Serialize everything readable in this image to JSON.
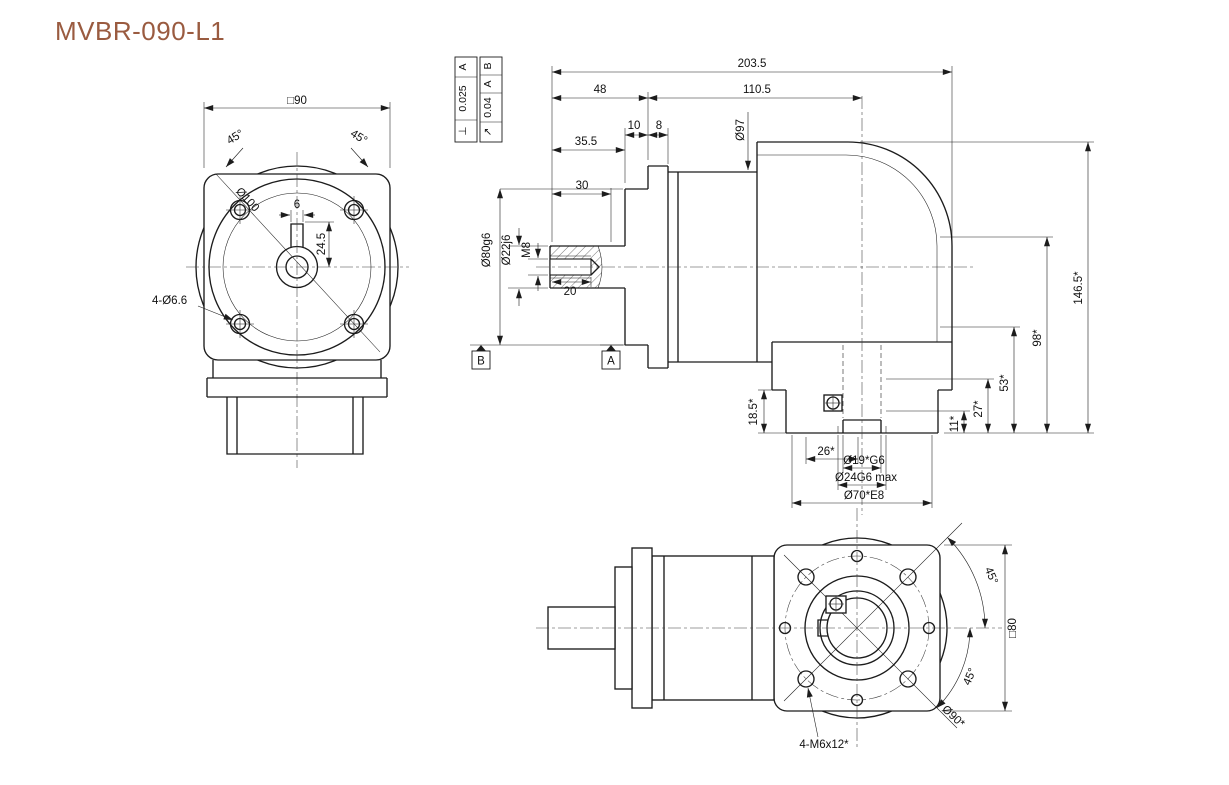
{
  "title": "MVBR-090-L1",
  "colors": {
    "accent": "#9a5b40",
    "line": "#1c1c1c"
  },
  "front_view": {
    "square": "□90",
    "chamfer_left": "45°",
    "chamfer_right": "45°",
    "blank_dia": "Ø100",
    "key_width": "6",
    "key_depth": "24.5",
    "holes": "4-Ø6.6"
  },
  "side_view": {
    "total_length": "203.5",
    "input_length": "48",
    "body_length": "110.5",
    "dim_10": "10",
    "dim_8": "8",
    "dim_35_5": "35.5",
    "dim_30": "30",
    "dim_20": "20",
    "body_dia": "Ø97",
    "pilot_dia": "Ø80g6",
    "shaft_dia": "Ø22j6",
    "tap": "M8",
    "dim_146_5": "146.5*",
    "dim_98": "98*",
    "dim_53": "53*",
    "dim_27": "27*",
    "dim_11": "11*",
    "dim_18_5": "18.5*",
    "dim_26": "26*",
    "bore_19": "Ø19*G6",
    "bore_24": "Ø24G6 max",
    "spigot_70": "Ø70*E8",
    "datum_a": "A",
    "datum_b": "B",
    "fcf_perp": {
      "symbol": "⊥",
      "tolerance": "0.025",
      "datum_1": "A"
    },
    "fcf_runout": {
      "symbol": "↗",
      "tolerance": "0.04",
      "datum_1": "A",
      "datum_2": "B"
    }
  },
  "bottom_view": {
    "square": "□80",
    "bolt_circle": "Ø90*",
    "angle_top": "45°",
    "angle_bottom": "45°",
    "bolts": "4-M6x12*"
  }
}
